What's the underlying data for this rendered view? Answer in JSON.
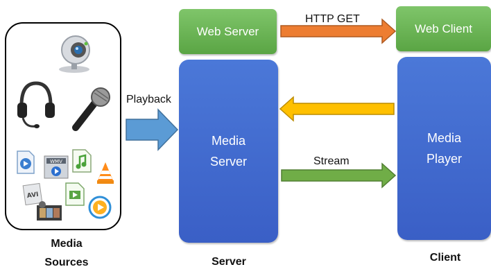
{
  "nodes": {
    "web_server": "Web Server",
    "web_client": "Web Client",
    "media_server_line1": "Media",
    "media_server_line2": "Server",
    "media_player_line1": "Media",
    "media_player_line2": "Player"
  },
  "edges": {
    "playback": "Playback",
    "http_get": "HTTP GET",
    "stream": "Stream"
  },
  "captions": {
    "sources_line1": "Media",
    "sources_line2": "Sources",
    "server": "Server",
    "client": "Client"
  },
  "colors": {
    "green_box": "#5aa544",
    "blue_box": "#3f66cc",
    "playback_arrow": "#5b9bd5",
    "http_get_arrow": "#ed7d31",
    "return_arrow": "#ffc000",
    "stream_arrow": "#70ad47"
  },
  "icons": [
    "webcam-icon",
    "headset-icon",
    "microphone-icon",
    "media-file-icon",
    "wmv-file-icon",
    "music-file-icon",
    "vlc-cone-icon",
    "avi-file-icon",
    "video-file-icon",
    "film-reel-icon",
    "media-player-icon"
  ]
}
